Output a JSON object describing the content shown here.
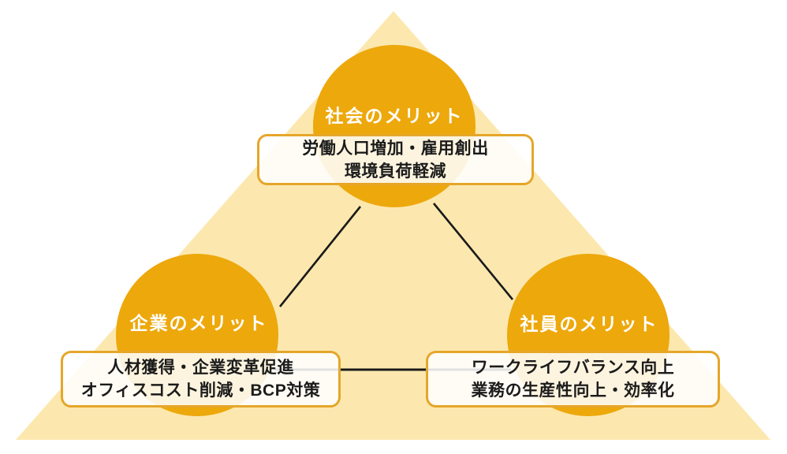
{
  "diagram": {
    "type": "triangle-relationship",
    "topic": "telework-merits",
    "colors": {
      "circle_fill": "#EDA80C",
      "triangle_fill": "#FCE8AE",
      "box_border": "#E5A62A",
      "connector_line": "#1A1A1A",
      "label_text": "#FFFFFF",
      "detail_text": "#1B1B1B"
    },
    "nodes": {
      "society": {
        "label": "社会のメリット",
        "lines": [
          "労働人口増加・雇用創出",
          "環境負荷軽減"
        ]
      },
      "company": {
        "label": "企業のメリット",
        "lines": [
          "人材獲得・企業変革促進",
          "オフィスコスト削減・BCP対策"
        ]
      },
      "employee": {
        "label": "社員のメリット",
        "lines": [
          "ワークライフバランス向上",
          "業務の生産性向上・効率化"
        ]
      }
    }
  }
}
